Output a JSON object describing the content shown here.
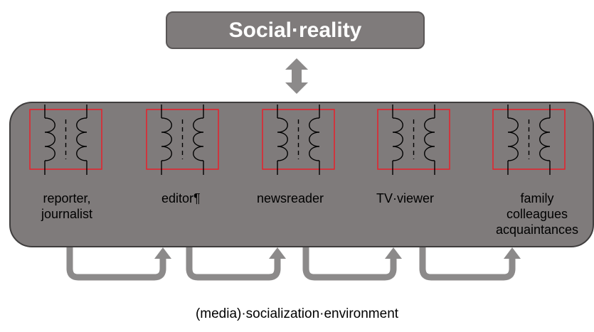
{
  "title": "Social·reality",
  "nodes": [
    {
      "label_lines": [
        "reporter,",
        "journalist"
      ]
    },
    {
      "label_lines": [
        "editor¶"
      ]
    },
    {
      "label_lines": [
        "newsreader"
      ]
    },
    {
      "label_lines": [
        "TV·viewer"
      ]
    },
    {
      "label_lines": [
        "family",
        "colleagues",
        "acquaintances"
      ]
    }
  ],
  "caption": "(media)·socialization·environment",
  "colors": {
    "box_fill": "#7f7b7b",
    "box_border": "#3f3d3d",
    "arrow_fill": "#8c8a8a",
    "frame_stroke": "#e8202a"
  }
}
